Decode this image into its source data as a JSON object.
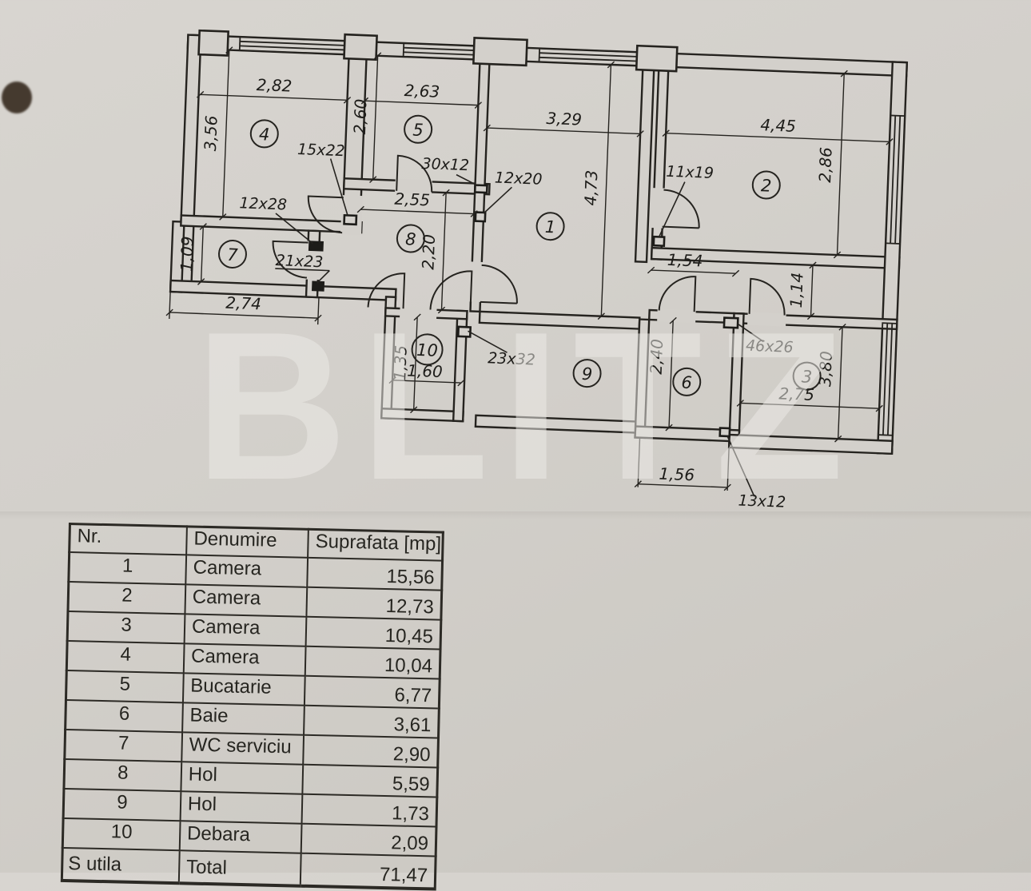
{
  "watermark": "BLITZ",
  "plan": {
    "rooms": {
      "r1": "1",
      "r2": "2",
      "r3": "3",
      "r4": "4",
      "r5": "5",
      "r6": "6",
      "r7": "7",
      "r8": "8",
      "r9": "9",
      "r10": "10"
    },
    "dims": {
      "r4_w": "2,82",
      "r4_h": "3,56",
      "r5_w": "2,63",
      "r5_h": "2,60",
      "r1_w": "3,29",
      "r1_h": "4,73",
      "r2_w": "4,45",
      "r2_h": "2,86",
      "hall8_w": "2,55",
      "hall8_h": "2,20",
      "r7_h": "1,09",
      "r7_w": "2,74",
      "r10_h": "1,35",
      "r10_w": "1,60",
      "vest_w": "1,54",
      "vest_h": "1,14",
      "r6_h": "2,40",
      "r6_w": "1,56",
      "r3_h": "3,80",
      "r3_w": "2,75"
    },
    "ducts": {
      "d15x22": "15x22",
      "d12x28": "12x28",
      "d30x12": "30x12",
      "d12x20": "12x20",
      "d11x19": "11x19",
      "d21x23": "21x23",
      "d23x32": "23x32",
      "d46x26": "46x26",
      "d13x12": "13x12"
    }
  },
  "table": {
    "headers": [
      "Nr.",
      "Denumire",
      "Suprafata [mp]"
    ],
    "rows": [
      {
        "nr": "1",
        "name": "Camera",
        "area": "15,56"
      },
      {
        "nr": "2",
        "name": "Camera",
        "area": "12,73"
      },
      {
        "nr": "3",
        "name": "Camera",
        "area": "10,45"
      },
      {
        "nr": "4",
        "name": "Camera",
        "area": "10,04"
      },
      {
        "nr": "5",
        "name": "Bucatarie",
        "area": "6,77"
      },
      {
        "nr": "6",
        "name": "Baie",
        "area": "3,61"
      },
      {
        "nr": "7",
        "name": "WC serviciu",
        "area": "2,90"
      },
      {
        "nr": "8",
        "name": "Hol",
        "area": "5,59"
      },
      {
        "nr": "9",
        "name": "Hol",
        "area": "1,73"
      },
      {
        "nr": "10",
        "name": "Debara",
        "area": "2,09"
      }
    ],
    "total": {
      "nr": "S utila",
      "name": "Total",
      "area": "71,47"
    }
  }
}
